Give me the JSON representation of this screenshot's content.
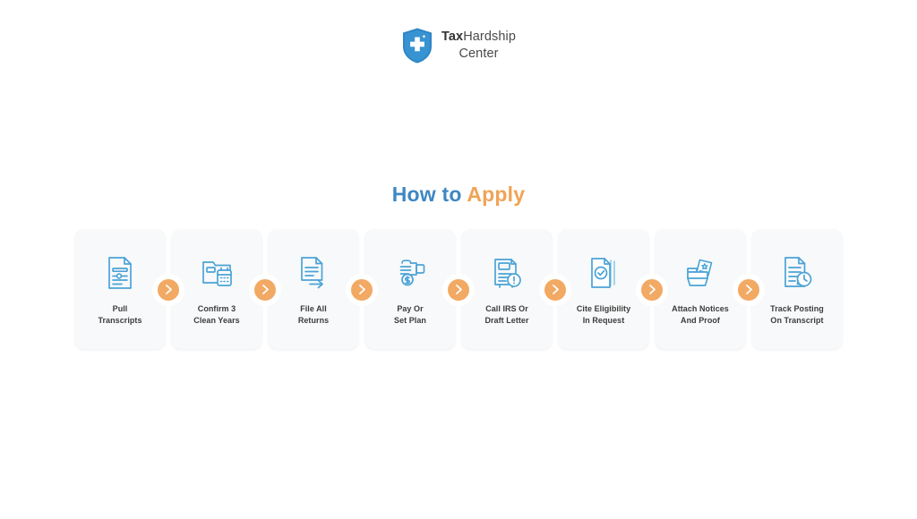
{
  "brand": {
    "logo_icon": "shield-cross-icon",
    "name_bold": "Tax",
    "name_regular": "Hardship",
    "name_line2": "Center",
    "shield_color": "#2f86c5"
  },
  "heading": {
    "primary": "How to ",
    "accent": "Apply",
    "primary_color": "#3d87c3",
    "accent_color": "#f0a355"
  },
  "steps": {
    "arrow_icon": "chevron-right-icon",
    "arrow_color": "#f2a964",
    "icon_color": "#4ba3d6",
    "items": [
      {
        "index": "1",
        "label": "Pull\nTranscripts",
        "icon": "document-lines-icon"
      },
      {
        "index": "2",
        "label": "Confirm 3\nClean Years",
        "icon": "folder-calendar-icon"
      },
      {
        "index": "3",
        "label": "File All\nReturns",
        "icon": "document-arrow-icon"
      },
      {
        "index": "4",
        "label": "Pay Or\nSet Plan",
        "icon": "hand-coin-icon"
      },
      {
        "index": "5",
        "label": "Call IRS Or\nDraft Letter",
        "icon": "tax-document-alert-icon"
      },
      {
        "index": "6",
        "label": "Cite Eligibility\nIn Request",
        "icon": "documents-check-icon"
      },
      {
        "index": "7",
        "label": "Attach Notices\nAnd Proof",
        "icon": "folder-papers-icon"
      },
      {
        "index": "8",
        "label": "Track Posting\nOn Transcript",
        "icon": "document-clock-icon"
      }
    ]
  }
}
